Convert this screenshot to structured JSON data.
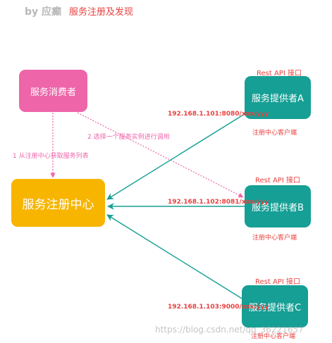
{
  "header": {
    "author": "by 应癫",
    "title": "服务注册及发现"
  },
  "nodes": {
    "consumer": "服务消费者",
    "registry": "服务注册中心",
    "provider_a": "服务提供者A",
    "provider_b": "服务提供者B",
    "provider_c": "服务提供者C"
  },
  "labels": {
    "rest_api": "Rest API 接口",
    "registry_client": "注册中心客户端",
    "fetch_list": "1 从注册中心获取服务列表",
    "choose_instance": "2 选择一个服务实例进行调用",
    "addr_a": "192.168.1.101:8080/xxx/yyy",
    "addr_b": "192.168.1.102:8081/xxx/yyy",
    "addr_c": "192.168.1.103:9000/xxx/yyy"
  },
  "colors": {
    "consumer": "#ee65aa",
    "registry": "#f7b500",
    "provider": "#159f95",
    "red_text": "#e8403e"
  },
  "watermark": "https://blog.csdn.net/qq_36221657"
}
